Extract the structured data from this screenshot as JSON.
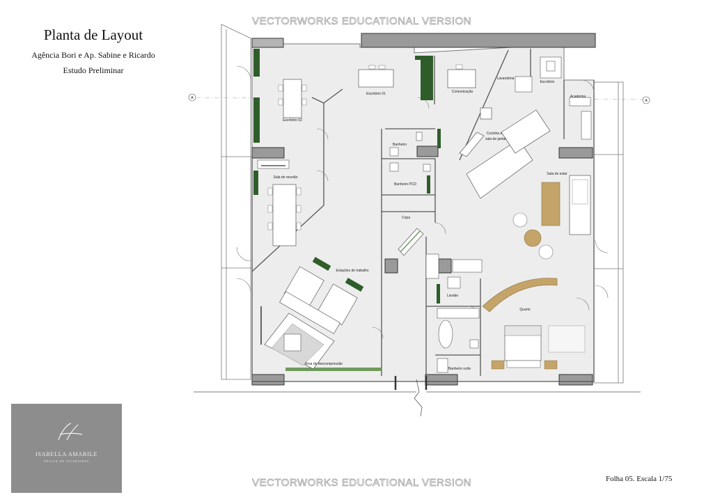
{
  "header": {
    "title": "Planta de Layout",
    "subtitle": "Agência Bori e Ap. Sabine e Ricardo",
    "stage": "Estudo Preliminar"
  },
  "watermark": "VECTORWORKS EDUCATIONAL VERSION",
  "logo": {
    "monogram": "IA",
    "name": "ISABELLA AMABILE",
    "tagline": "DESIGN DE INTERIORES"
  },
  "sheet_info": "Folha 05. Escala 1/75",
  "section_marker": "A",
  "rooms": {
    "escritorio_01": "Escritório 01",
    "comunicacao": "Comunicação",
    "lavanderia": "Lavanderia",
    "escritorio": "Escritório",
    "academia": "Academia",
    "escritorio_02": "Escritório 02",
    "banheiro": "Banheiro",
    "cozinha_1": "Cozinha e",
    "cozinha_2": "sala de jantar",
    "sala_reuniao": "Sala de reunião",
    "banheiro_pcd": "Banheiro PCD",
    "sala_estar": "Sala de estar",
    "copa": "Copa",
    "estacoes": "Estações de trabalho",
    "lavabo": "Lavabo",
    "quarto": "Quarto",
    "descompressao": "Área de descompressão",
    "banheiro_suite": "Banheiro suíte"
  },
  "colors": {
    "floor": "#ededed",
    "wall": "#555555",
    "planter": "#2f5d2a",
    "wood": "#c4a468",
    "logo_bg": "#8d8d8d"
  }
}
